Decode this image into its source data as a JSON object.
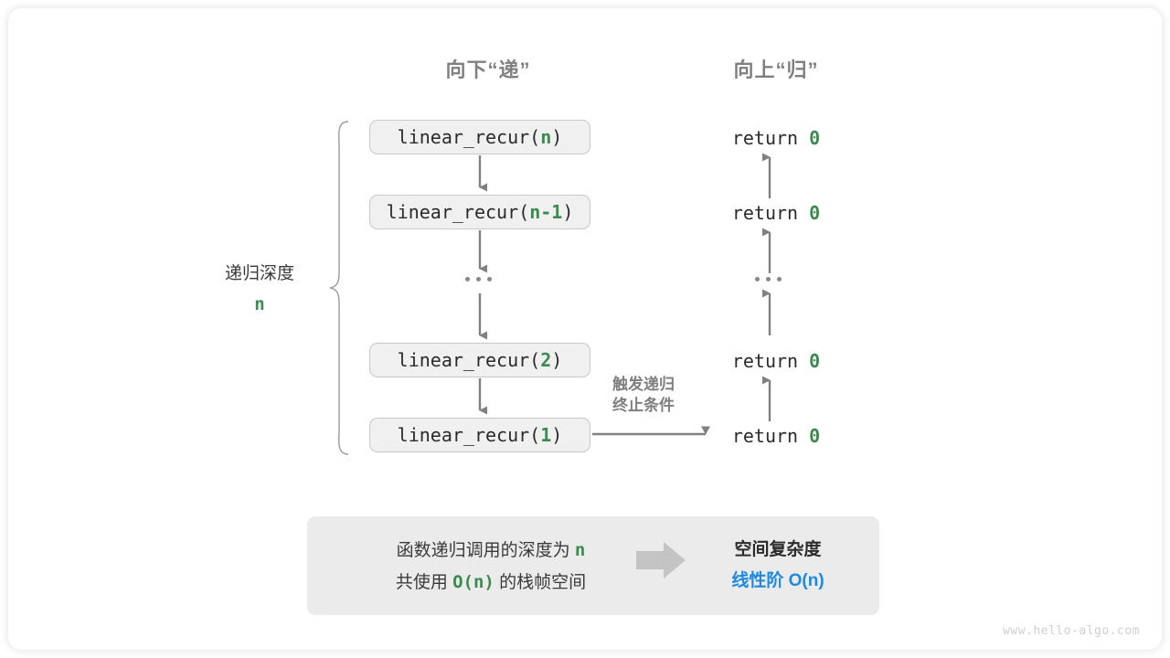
{
  "headings": {
    "down": "向下“递”",
    "up": "向上“归”"
  },
  "depth": {
    "label": "递归深度",
    "value": "n"
  },
  "call_stack": [
    {
      "prefix": "linear_recur(",
      "arg": "n",
      "suffix": ")"
    },
    {
      "prefix": "linear_recur(",
      "arg": "n-1",
      "suffix": ")"
    },
    {
      "prefix": "linear_recur(",
      "arg": "2",
      "suffix": ")"
    },
    {
      "prefix": "linear_recur(",
      "arg": "1",
      "suffix": ")"
    }
  ],
  "returns": [
    {
      "keyword": "return",
      "value": "0"
    },
    {
      "keyword": "return",
      "value": "0"
    },
    {
      "keyword": "return",
      "value": "0"
    },
    {
      "keyword": "return",
      "value": "0"
    }
  ],
  "note": {
    "line1": "触发递归",
    "line2": "终止条件"
  },
  "summary": {
    "left_line1_text": "函数递归调用的深度为",
    "left_line1_var": "n",
    "left_line2_pre": "共使用",
    "left_line2_var": "O(n)",
    "left_line2_post": "的栈帧空间",
    "right_title": "空间复杂度",
    "right_value": "线性阶 O(n)"
  },
  "watermark": "www.hello-algo.com",
  "colors": {
    "accent_green": "#3b8b4e",
    "accent_blue": "#1b8ae0",
    "box_fill": "#f0f0f0",
    "box_border": "#c8c8c8",
    "arrow": "#808080",
    "panel_fill": "#ebebeb",
    "heading_gray": "#7f7f7f"
  }
}
